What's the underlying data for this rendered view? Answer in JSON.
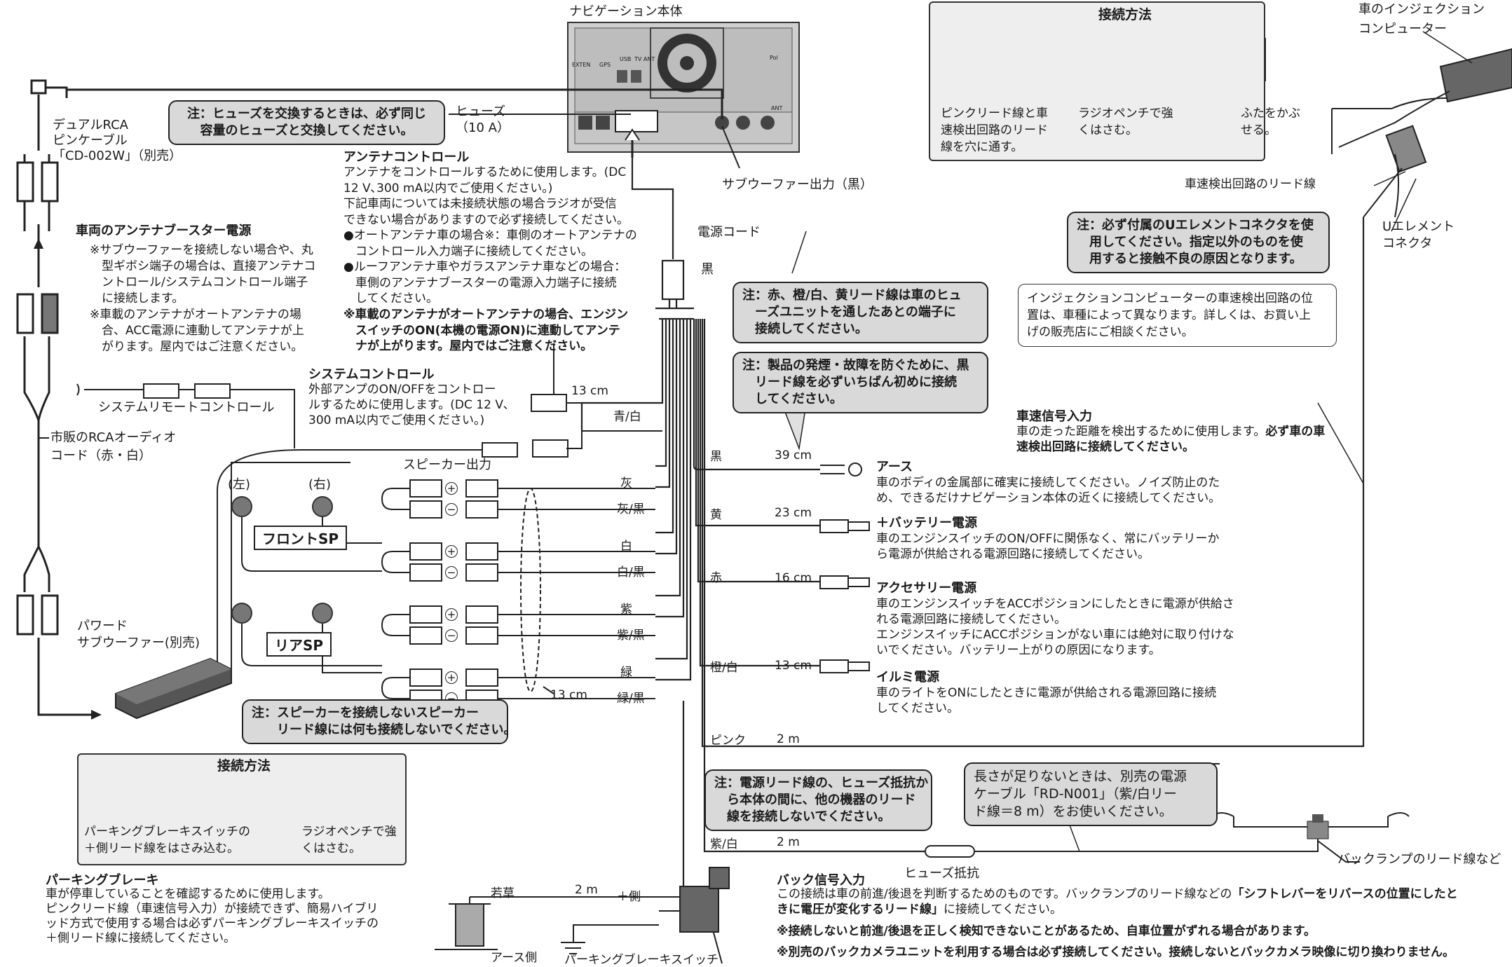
{
  "navi": {
    "label": "ナビゲーション本体"
  },
  "fuse_label": "ヒューズ\n（10 A）",
  "subwoofer_out": "サブウーファー出力（黒）",
  "rca": {
    "label1": "デュアルRCA",
    "label2": "ピンケーブル",
    "label3": "「CD-002W」（別売）"
  },
  "notes": {
    "fuse": "注：ヒューズを交換するときは、必ず同じ\n容量のヒューズと交換してください。",
    "red_orange": "注：赤、橙/白、黄リード線は車のヒュ\n　ーズユニットを通したあとの端子に\n　接続してください。",
    "black_first": "注：製品の発煙・故障を防ぐために、黒\n　リード線を必ずいちばん初めに接続\n　してください。",
    "speaker": "注：スピーカーを接続しないスピーカー\n　　リード線には何も接続しないでください。",
    "power_lead": "注：電源リード線の、ヒューズ抵抗か\n　ら本体の間に、他の機器のリード\n　線を接続しないでください。",
    "u_connector": "注：必ず付属のUエレメントコネクタを使\n　用してください。指定以外のものを使\n　用すると接触不良の原因となります。"
  },
  "antenna_control": {
    "title": "アンテナコントロール",
    "body": "アンテナをコントロールするために使用します。(DC\n12 V､300 mA以内でご使用ください。)\n下記車両については未接続状態の場合ラジオが受信\nできない場合がありますので必ず接続してください。\n●オートアンテナ車の場合※：車側のオートアンテナの\n　コントロール入力端子に接続してください。\n●ルーフアンテナ車やガラスアンテナ車などの場合：\n　車側のアンテナブースターの電源入力端子に接続\n　してください。",
    "bold": "※車載のアンテナがオートアンテナの場合、エンジン\n　スイッチのON(本機の電源ON)に連動してアンテ\n　ナが上がります。屋内ではご注意ください。"
  },
  "booster": {
    "title": "車両のアンテナブースター電源",
    "body": "※サブウーファーを接続しない場合や、丸\n　型ギボシ端子の場合は、直接アンテナコ\n　ントロール/システムコントロール端子\n　に接続します。\n※車載のアンテナがオートアンテナの場\n　合、ACC電源に連動してアンテナが上\n　がります。屋内ではご注意ください。"
  },
  "system_remote": "システムリモートコントロール",
  "system_control": {
    "title": "システムコントロール",
    "body": "外部アンプのON/OFFをコントロー\nルするために使用します。(DC 12 V､\n300 mA以内でご使用ください。)"
  },
  "rca_audio": "市販のRCAオーディオ\nコード（赤・白）",
  "speaker_out": "スピーカー出力",
  "left": "(左)",
  "right": "(右)",
  "front_sp": "フロントSP",
  "rear_sp": "リアSP",
  "powered_sub": "パワード\nサブウーファー(別売)",
  "len_13": "13 cm",
  "len_13b": "13 cm",
  "speaker_wires": [
    "灰",
    "灰/黒",
    "白",
    "白/黒",
    "紫",
    "紫/黒",
    "緑",
    "緑/黒"
  ],
  "blue_white": "青/白",
  "power_cord": "電源コード",
  "black_tag": "黒",
  "leads": [
    {
      "color": "黒",
      "len": "39 cm",
      "title": "アース",
      "body": "車のボディの金属部に確実に接続してください。ノイズ防止のた\nめ、できるだけナビゲーション本体の近くに接続してください。"
    },
    {
      "color": "黄",
      "len": "23 cm",
      "title": "＋バッテリー電源",
      "body": "車のエンジンスイッチのON/OFFに関係なく、常にバッテリーか\nら電源が供給される電源回路に接続してください。"
    },
    {
      "color": "赤",
      "len": "16 cm",
      "title": "アクセサリー電源",
      "body": "車のエンジンスイッチをACCポジションにしたときに電源が供給さ\nれる電源回路に接続してください。\nエンジンスイッチにACCポジションがない車には絶対に取り付けな\nいでください。バッテリー上がりの原因になります。"
    },
    {
      "color": "橙/白",
      "len": "13 cm",
      "title": "イルミ電源",
      "body": "車のライトをONにしたときに電源が供給される電源回路に接続\nしてください。"
    }
  ],
  "pink": {
    "color": "ピンク",
    "len": "2 m"
  },
  "purple": {
    "color": "紫/白",
    "len": "2 m"
  },
  "speed_signal": {
    "title": "車速信号入力",
    "body": "車の走った距離を検出するために使用します。",
    "bold": "必ず車の車\n速検出回路に接続してください。"
  },
  "injection_box": "インジェクションコンピューターの車速検出回路の位\n置は、車種によって異なります。詳しくは、お買い上\nげの販売店にご相談ください。",
  "connect_method_top": {
    "title": "接続方法",
    "s1": "ピンクリード線と車\n速検出回路のリード\n線を穴に通す。",
    "s2": "ラジオペンチで強\nくはさむ。",
    "s3": "ふたをかぶ\nせる。"
  },
  "injection_computer": "車のインジェクション\nコンピューター",
  "speed_lead": "車速検出回路のリード線",
  "u_element": "Uエレメント\nコネクタ",
  "extension_box": "長さが足りないときは、別売の電源\nケーブル「RD-N001」（紫/白リー\nド線＝8 m）をお使いください。",
  "fuse_resistor": "ヒューズ抵抗",
  "back_lamp": "バックランプのリード線など",
  "back_signal": {
    "title": "バック信号入力",
    "line1": "この接続は車の前進/後退を判断するためのものです。バックランプのリード線などの",
    "line1b": "「シフトレバーをリバースの位置にしたと",
    "line2b": "きに電圧が変化するリード線」",
    "line2": "に接続してください。",
    "warn1": "※接続しないと前進/後退を正しく検知できないことがあるため、自車位置がずれる場合があります。",
    "warn2": "※別売のバックカメラユニットを利用する場合は必ず接続してください。接続しないとバックカメラ映像に切り換わりません。"
  },
  "connect_method_bottom": {
    "title": "接続方法",
    "s1": "パーキングブレーキスイッチの\n＋側リード線をはさみ込む。",
    "s2": "ラジオペンチで強\nくはさむ。"
  },
  "parking": {
    "title": "パーキングブレーキ",
    "body": "車が停車していることを確認するために使用します。\nピンクリード線（車速信号入力）が接続できず、簡易ハイブリ\nッド方式で使用する場合は必ずパーキングブレーキスイッチの\n＋側リード線に接続してください。"
  },
  "wakakusa": "若草",
  "len_2m": "2 m",
  "plus_side": "＋側",
  "earth_side": "アース側",
  "parking_switch": "パーキングブレーキスイッチ",
  "navi_ports": [
    "EXTEN",
    "GPS",
    "USB",
    "TV ANT",
    "Pol",
    "ANT"
  ]
}
